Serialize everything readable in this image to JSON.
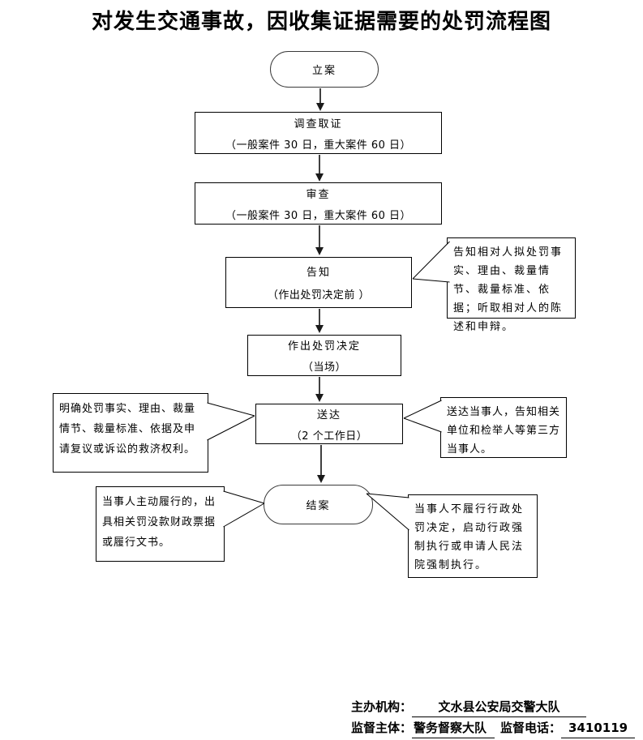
{
  "title": "对发生交通事故，因收集证据需要的处罚流程图",
  "nodes": {
    "start": "立案",
    "investigate": {
      "title": "调查取证",
      "note": "（一般案件 30 日，重大案件 60 日）"
    },
    "review": {
      "title": "审查",
      "note": "（一般案件 30 日，重大案件 60 日）"
    },
    "inform": {
      "title": "告知",
      "note": "（作出处罚决定前 ）"
    },
    "decide": {
      "title": "作出处罚决定",
      "note": "（当场）"
    },
    "deliver": {
      "title": "送达",
      "note": "（2 个工作日）"
    },
    "close": "结案"
  },
  "callouts": {
    "inform_right": "告知相对人拟处罚事实、理由、裁量情节、裁量标准、依据；听取相对人的陈述和申辩。",
    "deliver_left": "明确处罚事实、理由、裁量情节、裁量标准、依据及申请复议或诉讼的救济权利。",
    "deliver_right": "送达当事人，告知相关单位和检举人等第三方当事人。",
    "close_left": "当事人主动履行的，出具相关罚没款财政票据或履行文书。",
    "close_right": "当事人不履行行政处罚决定，启动行政强制执行或申请人民法院强制执行。"
  },
  "footer": {
    "organizer_label": "主办机构：",
    "organizer_value": "文水县公安局交警大队",
    "supervisor_label": "监督主体：",
    "supervisor_value": "警务督察大队",
    "phone_label": "监督电话：",
    "phone_value": "3410119"
  },
  "colors": {
    "line": "#000000",
    "arrow_shaft": "#404040",
    "arrow_head": "#1a1a1a",
    "background": "#ffffff"
  }
}
